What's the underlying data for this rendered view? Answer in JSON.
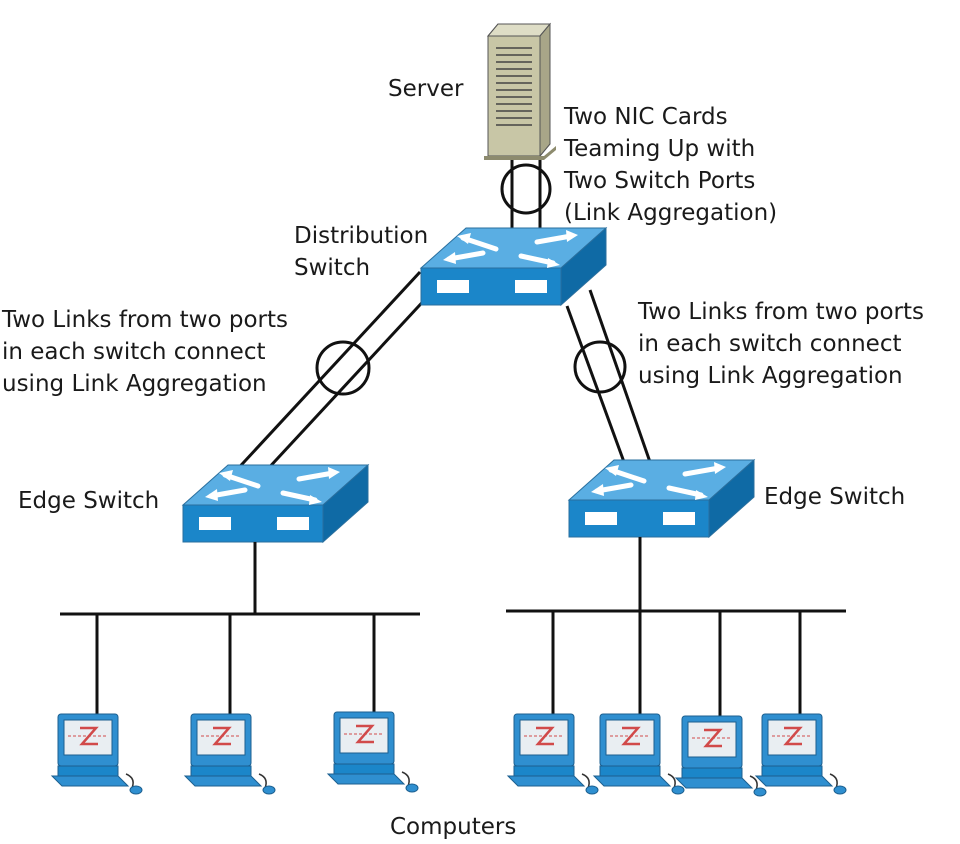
{
  "labels": {
    "server": "Server",
    "nic_note": [
      "Two NIC Cards",
      "Teaming Up with",
      "Two Switch Ports",
      "(Link Aggregation)"
    ],
    "distribution_switch": [
      "Distribution",
      "Switch"
    ],
    "left_links_note": [
      "Two Links from two ports",
      "in each switch connect",
      "using Link Aggregation"
    ],
    "right_links_note": [
      "Two Links from two ports",
      "in each switch connect",
      "using Link Aggregation"
    ],
    "edge_switch_left": "Edge Switch",
    "edge_switch_right": "Edge Switch",
    "computers": "Computers"
  },
  "colors": {
    "switch_top": "#4fa3dc",
    "switch_front": "#1b86c9",
    "switch_side": "#0f6aa5",
    "computer_body": "#2f8fd0",
    "server_body": "#c8c6a6",
    "line": "#111111"
  }
}
